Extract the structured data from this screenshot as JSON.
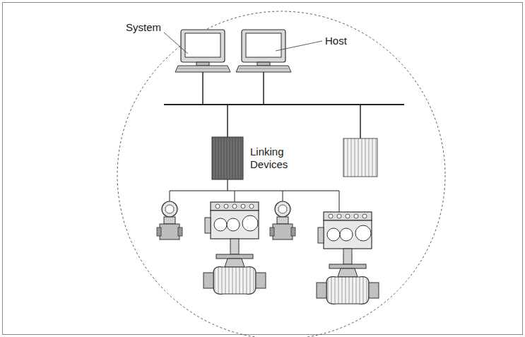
{
  "diagram": {
    "labels": [
      "System",
      "Host",
      "Linking Devices"
    ]
  }
}
